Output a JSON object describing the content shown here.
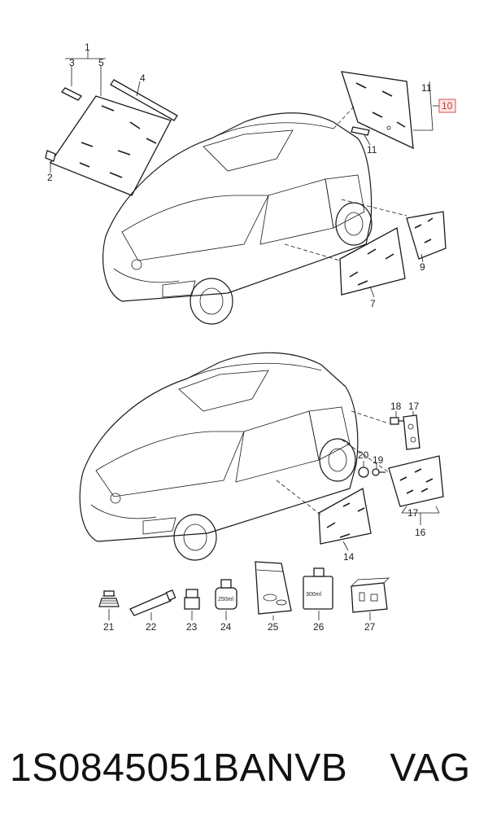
{
  "callouts": {
    "c1": "1",
    "c2": "2",
    "c3": "3",
    "c4": "4",
    "c5": "5",
    "c7": "7",
    "c9": "9",
    "c10": "10",
    "c11a": "11",
    "c11b": "11",
    "c14": "14",
    "c16": "16",
    "c17a": "17",
    "c17b": "17",
    "c18": "18",
    "c19": "19",
    "c20": "20",
    "c21": "21",
    "c22": "22",
    "c23": "23",
    "c24": "24",
    "c25": "25",
    "c26": "26",
    "c27": "27"
  },
  "highlight": {
    "callout": "10",
    "color": "#d9534f"
  },
  "product_labels": {
    "bottle": "250ml",
    "canister": "300ml"
  },
  "footer": {
    "part_number": "1S0845051BANVB",
    "brand": "VAG"
  }
}
